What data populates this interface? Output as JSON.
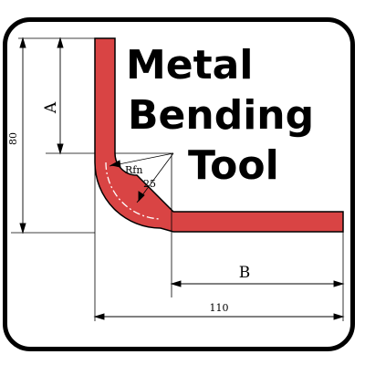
{
  "title": {
    "line1": "Metal",
    "line2": "Bending",
    "line3": "Tool"
  },
  "dimensions": {
    "height_total": "80",
    "leg_a": "A",
    "radius_label": "Rfn",
    "radius_value": "25",
    "leg_b": "B",
    "width_total": "110"
  },
  "colors": {
    "metal": "#d94444",
    "border": "#000000",
    "background": "#ffffff"
  }
}
